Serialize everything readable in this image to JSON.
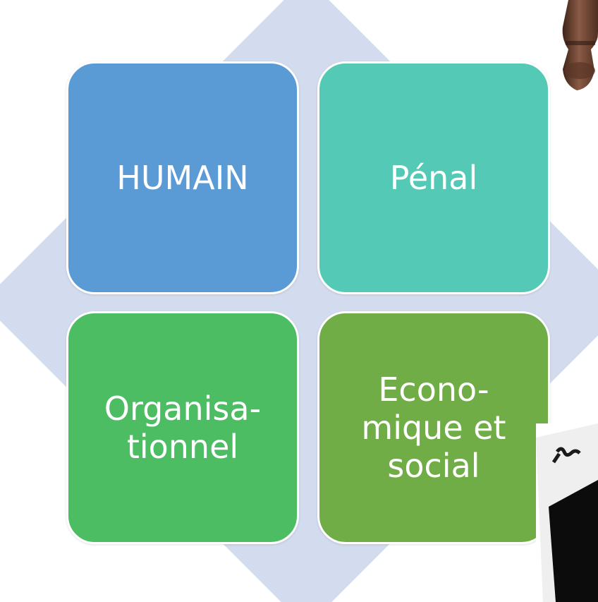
{
  "diagram": {
    "quadrants": [
      {
        "label": "HUMAIN",
        "color": "#5b9bd5"
      },
      {
        "label": "Pénal",
        "color": "#53c9b6"
      },
      {
        "label": "Organisa-\ntionnel",
        "color": "#4cbd62"
      },
      {
        "label": "Econo-\nmique et\nsocial",
        "color": "#70ad47"
      }
    ],
    "background_diamond_color": "#d3dcee"
  },
  "decorations": {
    "top_right_icon": "gavel-icon",
    "bottom_right_icon": "photo-fragment"
  }
}
